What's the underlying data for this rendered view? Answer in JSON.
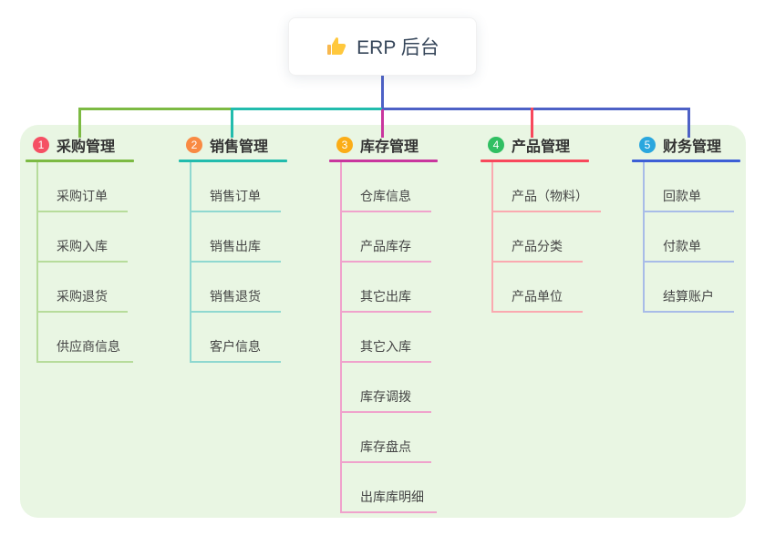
{
  "root": {
    "icon": "thumbs-up",
    "title": "ERP 后台",
    "icon_color": "#FFC83D",
    "trunk_color": "#4D61C6"
  },
  "panel": {
    "background": "#E9F6E3"
  },
  "branches": [
    {
      "num": "1",
      "title": "采购管理",
      "badge_color": "#F55064",
      "line_color": "#7CBA43",
      "item_line_color": "#B7DC9B",
      "items": [
        "采购订单",
        "采购入库",
        "采购退货",
        "供应商信息"
      ]
    },
    {
      "num": "2",
      "title": "销售管理",
      "badge_color": "#F98A43",
      "line_color": "#22BCAD",
      "item_line_color": "#8FD8D0",
      "items": [
        "销售订单",
        "销售出库",
        "销售退货",
        "客户信息"
      ]
    },
    {
      "num": "3",
      "title": "库存管理",
      "badge_color": "#FBAD17",
      "line_color": "#C9369E",
      "item_line_color": "#F0A2CC",
      "items": [
        "仓库信息",
        "产品库存",
        "其它出库",
        "其它入库",
        "库存调拨",
        "库存盘点",
        "出库库明细"
      ]
    },
    {
      "num": "4",
      "title": "产品管理",
      "badge_color": "#30BF62",
      "line_color": "#F8485C",
      "item_line_color": "#FAA9B0",
      "items": [
        "产品（物料）",
        "产品分类",
        "产品单位"
      ]
    },
    {
      "num": "5",
      "title": "财务管理",
      "badge_color": "#2AA7DE",
      "line_color": "#3D5FD6",
      "item_line_color": "#A8BCE8",
      "items": [
        "回款单",
        "付款单",
        "结算账户"
      ]
    }
  ]
}
